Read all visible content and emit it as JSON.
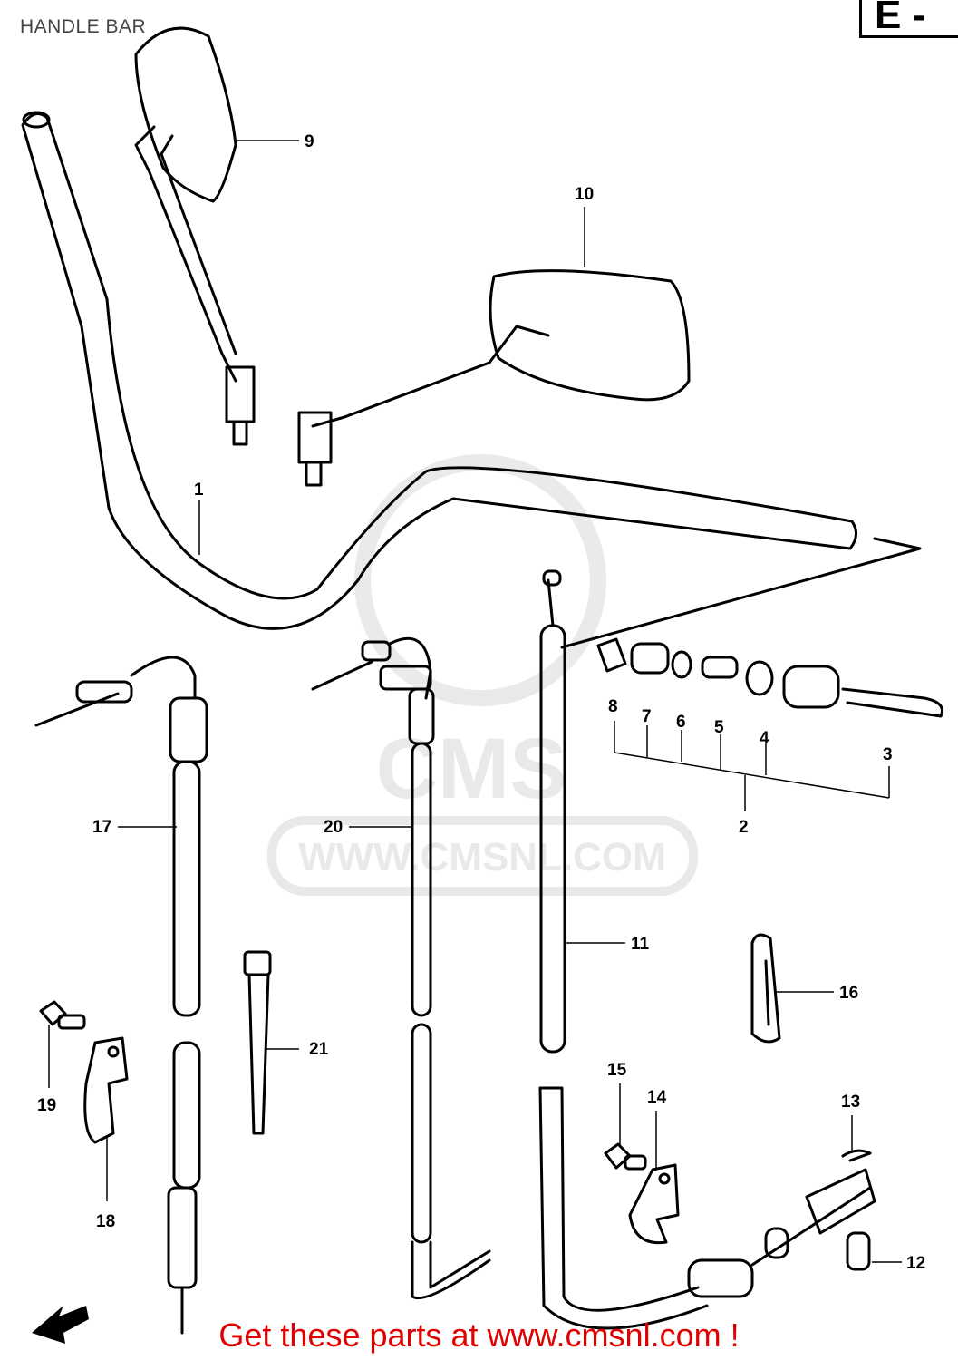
{
  "header": {
    "title": "HANDLE BAR",
    "section_code": "E -"
  },
  "watermark": {
    "text": "WWW.CMSNL.COM",
    "logo_text": "CMS"
  },
  "diagram": {
    "parts": [
      {
        "number": "1"
      },
      {
        "number": "2"
      },
      {
        "number": "3"
      },
      {
        "number": "4"
      },
      {
        "number": "5"
      },
      {
        "number": "6"
      },
      {
        "number": "7"
      },
      {
        "number": "8"
      },
      {
        "number": "9"
      },
      {
        "number": "10"
      },
      {
        "number": "11"
      },
      {
        "number": "12"
      },
      {
        "number": "13"
      },
      {
        "number": "14"
      },
      {
        "number": "15"
      },
      {
        "number": "16"
      },
      {
        "number": "17"
      },
      {
        "number": "18"
      },
      {
        "number": "19"
      },
      {
        "number": "20"
      },
      {
        "number": "21"
      }
    ],
    "direction_icon": "front-arrow-icon"
  },
  "footer": {
    "link_text": "Get these parts at www.cmsnl.com !",
    "link_color": "#e00000"
  }
}
